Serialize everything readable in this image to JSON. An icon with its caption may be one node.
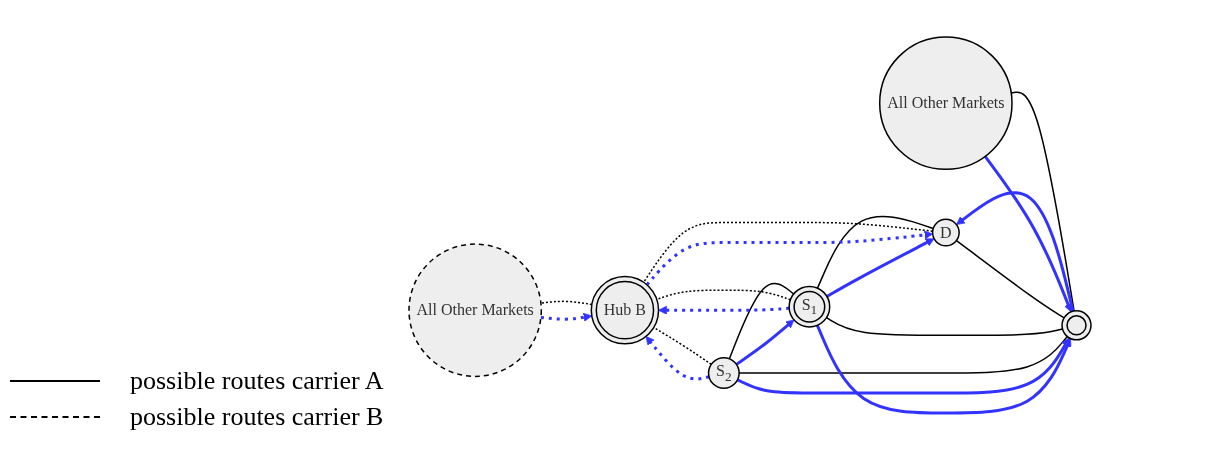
{
  "diagram": {
    "nodes": [
      {
        "text": [],
        "shape": "circle"
      },
      {
        "text": [
          "All Other Markets"
        ]
      },
      {
        "text": [
          "D"
        ]
      },
      {
        "text": [
          "S$_{1}$"
        ]
      },
      {
        "text": [
          "S$_{2}$"
        ]
      },
      {
        "text": [
          "Hub B"
        ]
      },
      {
        "text": [
          "All Other Markets"
        ]
      }
    ],
    "edges": [
      {
        "from": 2,
        "to": 0,
        "arrow": "none"
      },
      {
        "from": 0,
        "to": 1,
        "arrow": "none"
      },
      {
        "from": 3,
        "to": 0,
        "arrow": "none"
      },
      {
        "from": 4,
        "to": 0,
        "arrow": "none"
      },
      {
        "from": 2,
        "to": 3,
        "arrow": "none"
      },
      {
        "from": 3,
        "to": 4,
        "arrow": "none"
      },
      {
        "from": 2,
        "to": 5,
        "arrow": "none",
        "style": "dashed"
      },
      {
        "from": 3,
        "to": 5,
        "arrow": "none",
        "style": "dashed"
      },
      {
        "from": 4,
        "to": 5,
        "arrow": "none",
        "style": "dashed"
      },
      {
        "from": 5,
        "to": 6,
        "arrow": "none",
        "style": "dashed"
      },
      {
        "from": 1,
        "to": 0,
        "arrow": "to",
        "color": "#3333ff"
      },
      {
        "from": 0,
        "to": 2,
        "arrow": "to",
        "color": "#3333ff"
      },
      {
        "from": 3,
        "to": 0,
        "arrow": "to",
        "color": "#3333ff"
      },
      {
        "from": 4,
        "to": 0,
        "arrow": "to",
        "color": "#3333ff"
      },
      {
        "from": 4,
        "to": 3,
        "arrow": "to",
        "color": "#3333ff"
      },
      {
        "from": 3,
        "to": 2,
        "arrow": "to",
        "color": "#3333ff"
      },
      {
        "from": 3,
        "to": 5,
        "arrow": "to",
        "style": "dashed",
        "color": "#3333ff"
      },
      {
        "from": 4,
        "to": 5,
        "arrow": "to",
        "style": "dashed",
        "color": "#3333ff"
      },
      {
        "from": 6,
        "to": 5,
        "arrow": "to",
        "style": "dashed",
        "color": "#3333ff"
      },
      {
        "from": 5,
        "to": 2,
        "arrow": "to",
        "style": "dashed",
        "color": "#3333ff"
      }
    ],
    "legend": [
      {
        "text": "possible routes carrier A"
      },
      {
        "text": "possible routes carrier B"
      }
    ]
  }
}
